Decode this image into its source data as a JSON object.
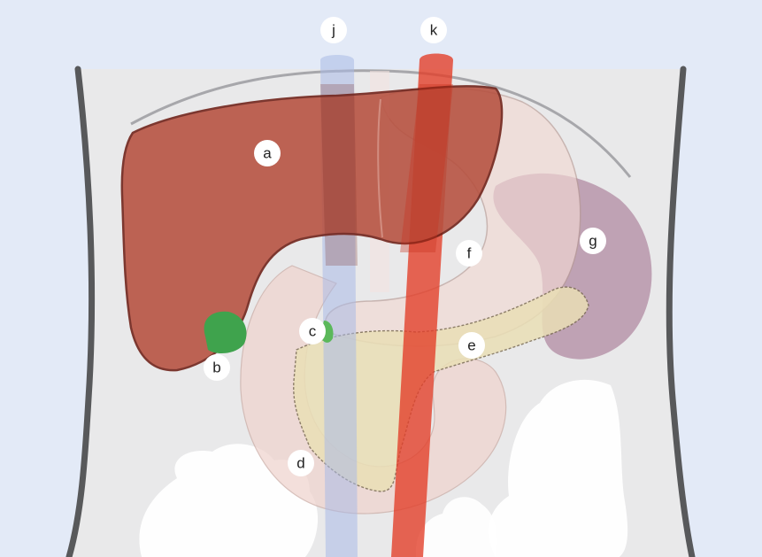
{
  "figure": {
    "labels": [
      {
        "id": "a",
        "text": "a",
        "organ": "liver"
      },
      {
        "id": "b",
        "text": "b",
        "organ": "gallbladder"
      },
      {
        "id": "c",
        "text": "c",
        "organ": "bile-duct"
      },
      {
        "id": "d",
        "text": "d",
        "organ": "duodenum"
      },
      {
        "id": "e",
        "text": "e",
        "organ": "pancreas"
      },
      {
        "id": "f",
        "text": "f",
        "organ": "stomach"
      },
      {
        "id": "g",
        "text": "g",
        "organ": "spleen"
      },
      {
        "id": "j",
        "text": "j",
        "organ": "inferior-vena-cava"
      },
      {
        "id": "k",
        "text": "k",
        "organ": "aorta"
      }
    ]
  },
  "colors": {
    "background": "#e3eaf7",
    "torso": "#e9e9ea",
    "torso_outline": "#58595b",
    "liver": "#b6503f",
    "liver_outline": "#6e1f16",
    "gallbladder": "#3fa34d",
    "bile_duct": "#5bb85a",
    "stomach": "#f2d9d3",
    "spleen": "#b08aa2",
    "pancreas": "#eadfb6",
    "duodenum": "#efd3cd",
    "aorta": "#e2402a",
    "vena_cava": "#a9b9e6",
    "intestine": "#ffffff"
  }
}
